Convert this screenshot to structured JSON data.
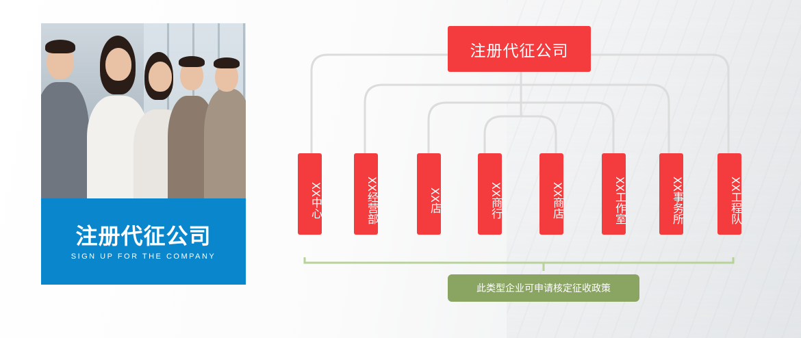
{
  "card": {
    "title": "注册代征公司",
    "subtitle": "SIGN UP FOR THE COMPANY"
  },
  "diagram": {
    "root_label": "注册代征公司",
    "nodes": [
      {
        "label": "XX中心"
      },
      {
        "label": "XX经营部"
      },
      {
        "label": "XX店"
      },
      {
        "label": "XX商行"
      },
      {
        "label": "XX商店"
      },
      {
        "label": "XX工作室"
      },
      {
        "label": "XX事务所"
      },
      {
        "label": "XX工程队"
      }
    ],
    "policy_label": "此类型企业可申请核定征收政策"
  },
  "colors": {
    "node_red": "#f43c3f",
    "card_blue": "#0a86cc",
    "policy_green": "#8aa462",
    "connector_gray": "#dcdcdc",
    "bracket_green": "#b8d39a"
  }
}
